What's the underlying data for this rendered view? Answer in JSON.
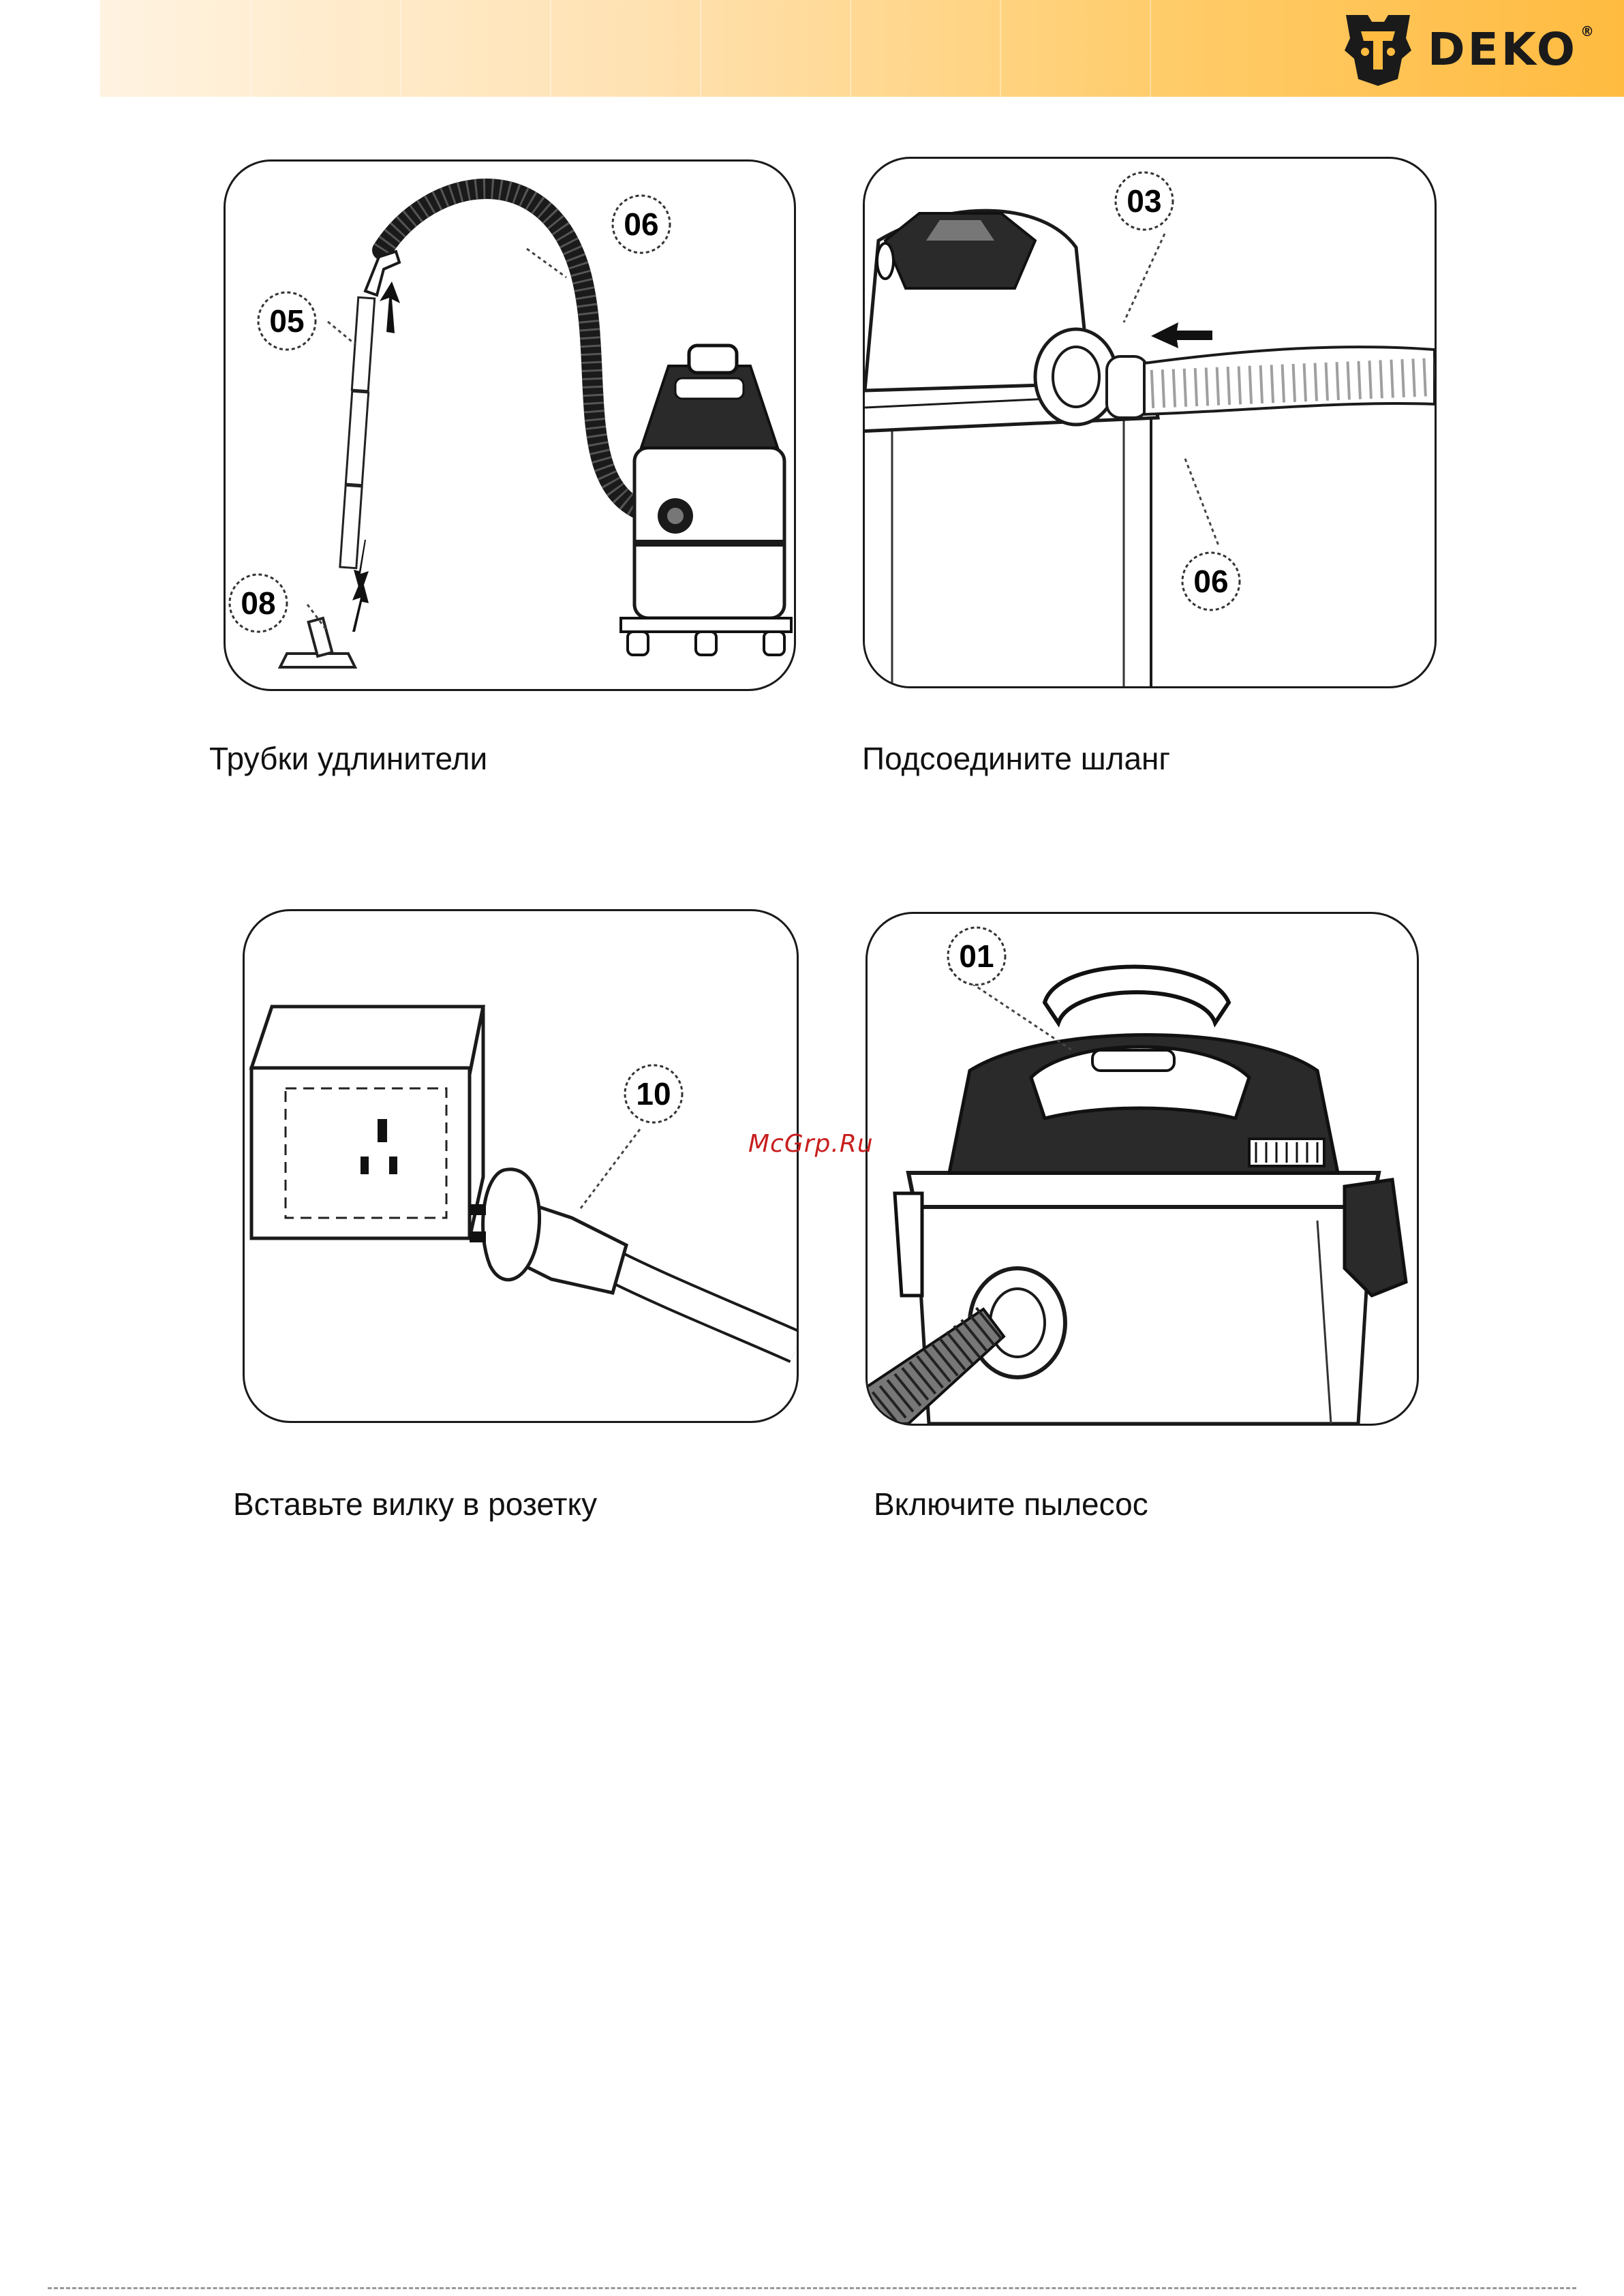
{
  "header": {
    "brand": "DEKO",
    "registered_mark": "®"
  },
  "panels": [
    {
      "caption": "Трубки удлинители",
      "callouts": [
        "05",
        "06",
        "08"
      ]
    },
    {
      "caption": "Подсоедините шланг",
      "callouts": [
        "03",
        "06"
      ]
    },
    {
      "caption": "Вставьте вилку в розетку",
      "callouts": [
        "10"
      ]
    },
    {
      "caption": "Включите пылесос",
      "callouts": [
        "01"
      ]
    }
  ],
  "watermark": "McGrp.Ru",
  "colors": {
    "header_start": "#fff3e1",
    "header_end": "#ffbb40",
    "watermark": "#c81e1e"
  }
}
